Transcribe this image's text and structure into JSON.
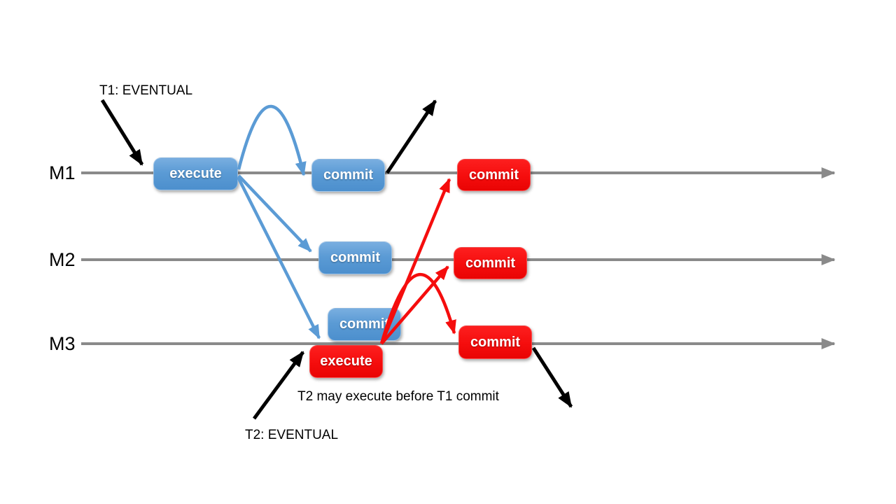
{
  "machines": [
    {
      "label": "M1"
    },
    {
      "label": "M2"
    },
    {
      "label": "M3"
    }
  ],
  "t1": {
    "callout": "T1: EVENTUAL",
    "execute": {
      "label": "execute"
    },
    "commits": [
      {
        "label": "commit",
        "machine": "M1"
      },
      {
        "label": "commit",
        "machine": "M2"
      },
      {
        "label": "commit",
        "machine": "M3"
      }
    ]
  },
  "t2": {
    "callout": "T2: EVENTUAL",
    "execute": {
      "label": "execute"
    },
    "commits": [
      {
        "label": "commit",
        "machine": "M1"
      },
      {
        "label": "commit",
        "machine": "M2"
      },
      {
        "label": "commit",
        "machine": "M3"
      }
    ]
  },
  "annotation": {
    "text": "T2 may execute before T1 commit"
  },
  "colors": {
    "t1_blue": "#5B9BD5",
    "t2_red": "#F50D0D",
    "timeline_gray": "#8A8A8A",
    "annotation_black": "#000000",
    "box_text": "#FFFFFF"
  }
}
